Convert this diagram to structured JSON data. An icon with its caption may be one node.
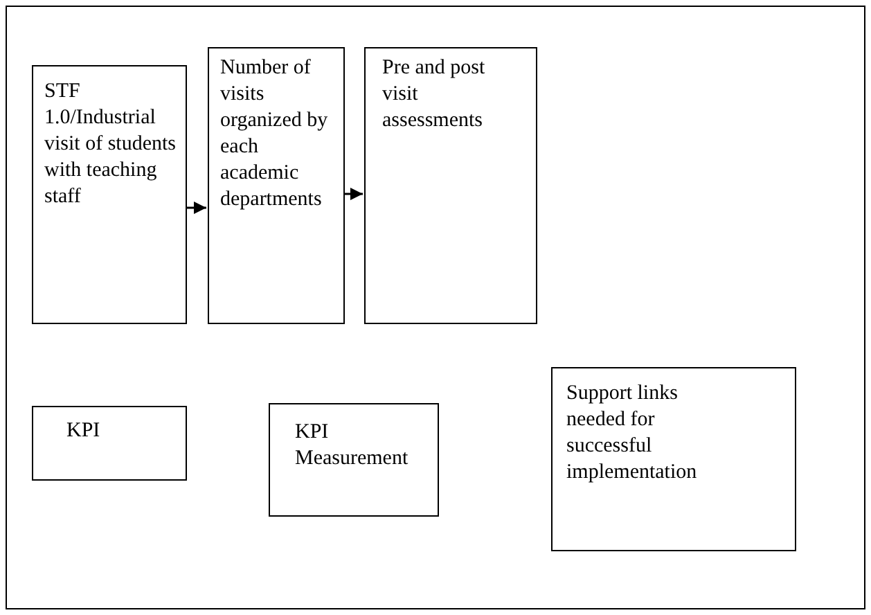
{
  "diagram": {
    "nodes": [
      {
        "text": [],
        "shape": "box"
      },
      {
        "text": [
          "STF 1.0/Industrial visit of students with teaching staff"
        ],
        "in": 0
      },
      {
        "text": [
          "Number of visits organized by each academic departments"
        ],
        "in": 0
      },
      {
        "text": [
          "Pre and post visit assessments"
        ],
        "in": 0
      },
      {
        "text": [
          "KPI"
        ],
        "in": 0
      },
      {
        "text": [
          "KPI Measurement"
        ],
        "in": 0
      },
      {
        "text": [
          "Support links needed for successful implementation"
        ],
        "in": 0
      }
    ],
    "edges": [
      {
        "from": 1,
        "to": 2,
        "arrow": "to"
      },
      {
        "from": 2,
        "to": 3,
        "arrow": "to"
      }
    ]
  }
}
